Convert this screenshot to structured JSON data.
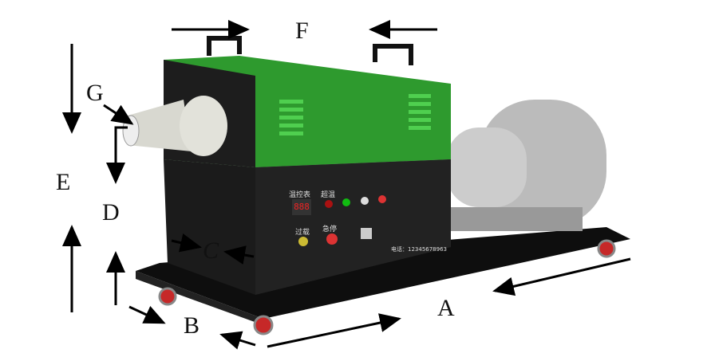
{
  "dimension_labels": {
    "a": "A",
    "b": "B",
    "c": "C",
    "d": "D",
    "e": "E",
    "f": "F",
    "g": "G"
  },
  "panel": {
    "temp_controller": "温控表",
    "display": "888",
    "over_temp": "超温",
    "overload": "过载",
    "emergency_stop": "急停",
    "phone": "电话：12345678963"
  },
  "colors": {
    "housing_green": "#2e9a2e",
    "housing_black": "#1b1b1b",
    "base": "#111111"
  }
}
